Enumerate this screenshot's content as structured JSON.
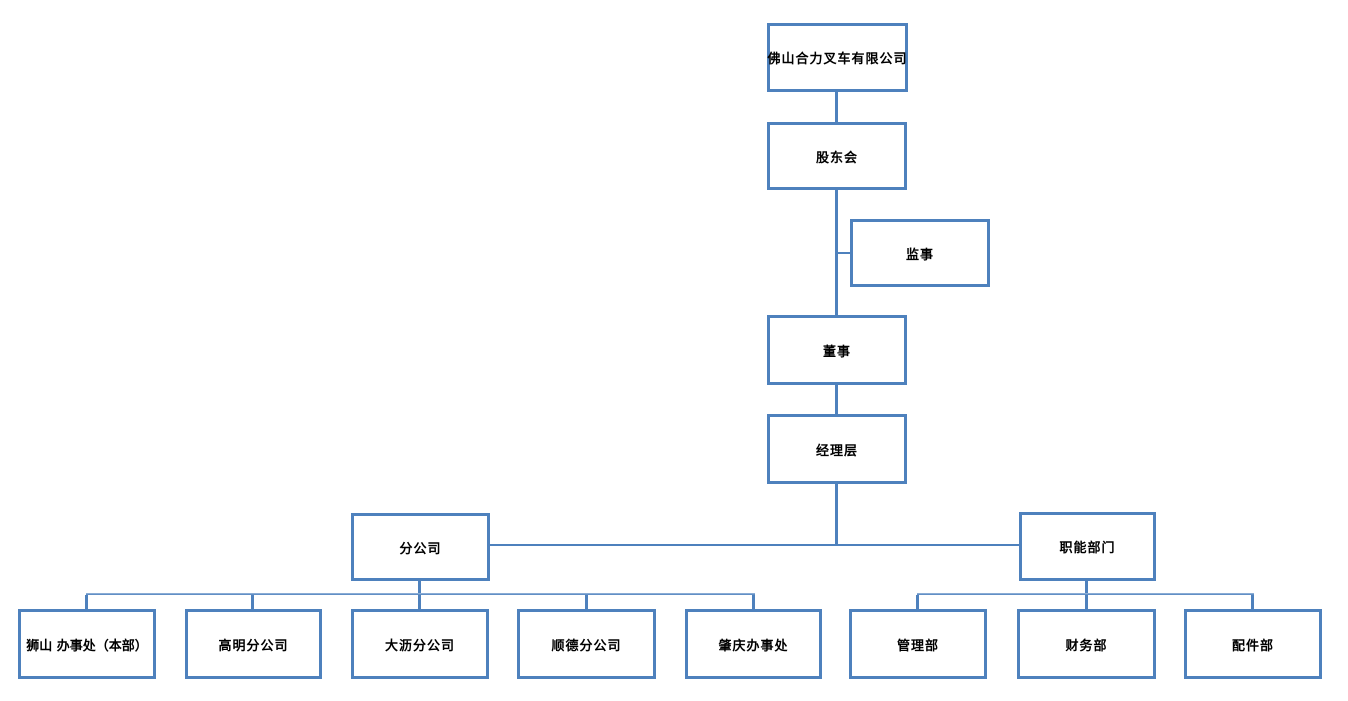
{
  "diagram": {
    "type": "org-chart",
    "colors": {
      "box_border": "#4E81BD",
      "connector": "#4E81BD",
      "connector_light": "#9DBBDD",
      "text": "#000000",
      "background": "#FFFFFF"
    },
    "nodes": {
      "company": {
        "label": "佛山合力叉车有限公司"
      },
      "shareholders": {
        "label": "股东会"
      },
      "supervisor": {
        "label": "监事"
      },
      "director": {
        "label": "董事"
      },
      "management": {
        "label": "经理层"
      },
      "branches": {
        "label": "分公司"
      },
      "departments": {
        "label": "职能部门"
      },
      "branch_children": [
        {
          "label": "狮山 办事处（本部）"
        },
        {
          "label": "高明分公司"
        },
        {
          "label": "大沥分公司"
        },
        {
          "label": "顺德分公司"
        },
        {
          "label": "肇庆办事处"
        }
      ],
      "department_children": [
        {
          "label": "管理部"
        },
        {
          "label": "财务部"
        },
        {
          "label": "配件部"
        }
      ]
    }
  }
}
